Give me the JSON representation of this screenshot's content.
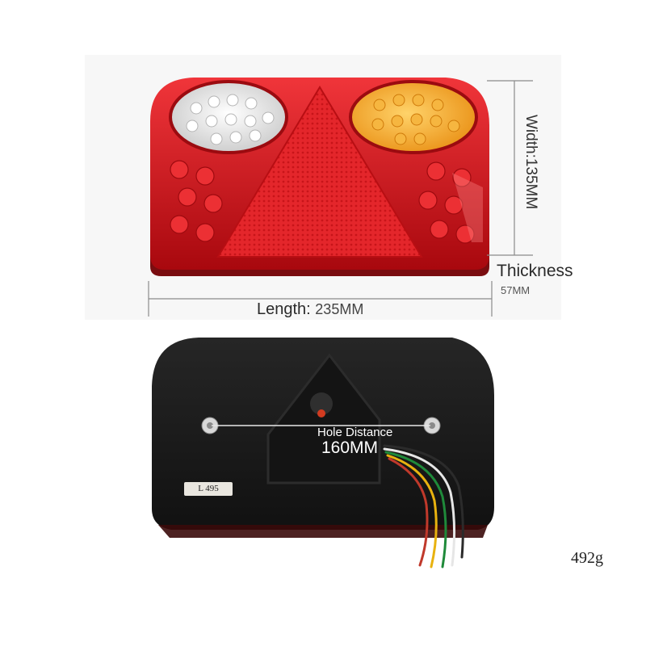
{
  "labels": {
    "length": "Length:",
    "length_unit": "235MM",
    "width": "Width:135MM",
    "thickness": "Thickness",
    "thickness_value": "57MM",
    "hole_distance": "Hole Distance",
    "hole_distance_value": "160MM",
    "weight": "492g",
    "back_tag": "L 495"
  },
  "colors": {
    "lens_red": "#d8141b",
    "triangle_red": "#e8282c",
    "amber": "#f2a51e",
    "clear_lens": "#f2f2f2",
    "housing_black": "#1a1a1a",
    "dimension_lines": "#888888"
  },
  "wires": [
    "#e6e6e6",
    "#1f8a3a",
    "#e8b20f",
    "#c0392b",
    "#2b2b2b"
  ]
}
